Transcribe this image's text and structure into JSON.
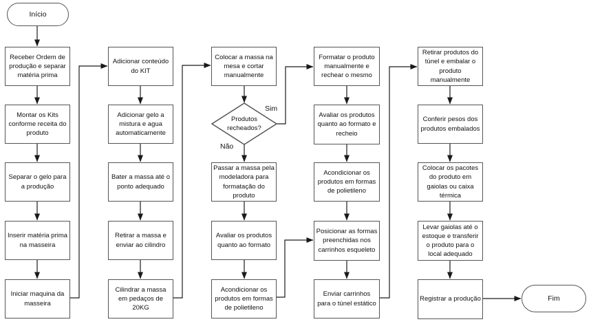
{
  "diagram": {
    "type": "flowchart",
    "language": "pt-BR",
    "colors": {
      "node_fill": "#ffffff",
      "node_border": "#545454",
      "connector": "#1a1a1a",
      "text": "#111111",
      "background": "#ffffff"
    },
    "nodes": {
      "start": "Início",
      "c1r1": "Receber Ordem de produção e separar matéria prima",
      "c1r2": "Montar os Kits conforme receita do produto",
      "c1r3": "Separar o gelo para a produção",
      "c1r4": "Inserir matéria prima na masseira",
      "c1r5": "Iniciar maquina da masseira",
      "c2r1": "Adicionar conteúdo do KIT",
      "c2r2": "Adicionar gelo a mistura e agua automaticamente",
      "c2r3": "Bater a massa até o ponto adequado",
      "c2r4": "Retirar a massa e enviar ao cilindro",
      "c2r5": "Cilindrar a massa em pedaços de 20KG",
      "c3r1": "Colocar a massa na mesa e cortar manualmente",
      "decision": "Produtos recheados?",
      "c3r3": "Passar a massa pela modeladora para formatação do produto",
      "c3r4": "Avaliar os produtos quanto ao formato",
      "c3r5": "Acondicionar os produtos em formas de polietileno",
      "c4r1": "Formatar o produto manualmente e rechear o mesmo",
      "c4r2": "Avaliar os produtos quanto ao formato e recheio",
      "c4r3": "Acondicionar os produtos em formas de polietileno",
      "c4r4": "Posicionar as formas preenchidas nos carrinhos esqueleto",
      "c4r5": "Enviar carrinhos para o túnel estático",
      "c5r1": "Retirar produtos do túnel e embalar o produto manualmente",
      "c5r2": "Conferir pesos dos produtos embalados",
      "c5r3": "Colocar os pacotes do produto em gaiolas ou caixa térmica",
      "c5r4": "Levar gaiolas até o estoque e transferir o produto para o local adequado",
      "c5r5": "Registrar a produção",
      "end": "Fim"
    },
    "edge_labels": {
      "yes": "Sim",
      "no": "Não"
    }
  }
}
